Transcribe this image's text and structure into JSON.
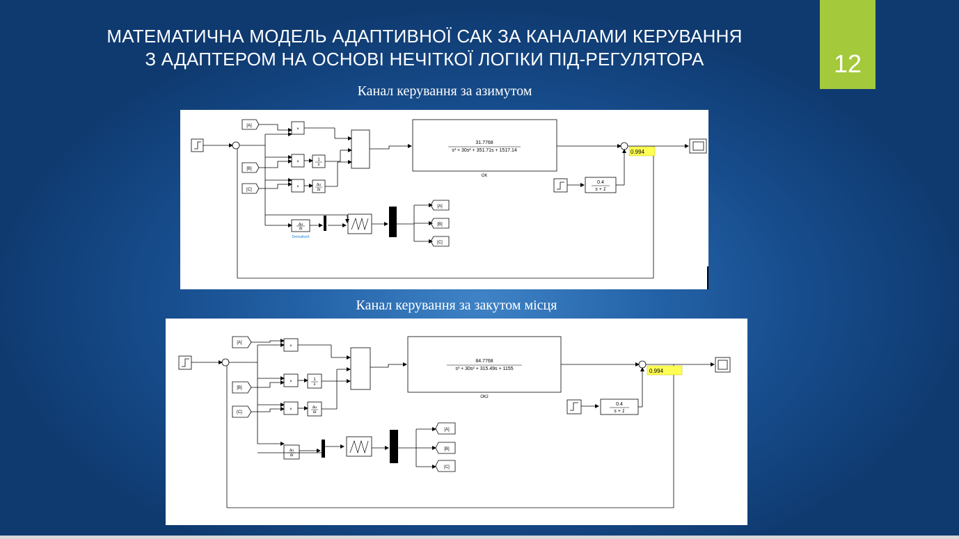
{
  "slide": {
    "title_line1": "МАТЕМАТИЧНА МОДЕЛЬ АДАПТИВНОЇ САК ЗА КАНАЛАМИ КЕРУВАННЯ",
    "title_line2": "З АДАПТЕРОМ НА ОСНОВІ НЕЧІТКОЇ ЛОГІКИ ПІД-РЕГУЛЯТОРА",
    "slide_number": "12",
    "accent_color": "#a4c93a"
  },
  "diagram1": {
    "caption": "Канал керування за азимутом",
    "goto_A": "[A]",
    "goto_B": "[B]",
    "goto_C": "[C]",
    "mult": "×",
    "integ_num": "1",
    "integ_den": "s",
    "deriv_num": "Δu",
    "deriv_den": "Δt",
    "plant_num": "31.7768",
    "plant_den": "s³ + 30s² + 351.71s + 1517.14",
    "plant_label": "ОК",
    "deriv_label": "Derivative5",
    "filter_num": "0.4",
    "filter_den": "s + 1",
    "display_value": "0.994"
  },
  "diagram2": {
    "caption": "Канал керування за закутом місця",
    "goto_A": "[A]",
    "goto_B": "[B]",
    "goto_C": "[C]",
    "mult": "×",
    "integ_num": "1",
    "integ_den": "s",
    "deriv_num": "Δu",
    "deriv_den": "Δt",
    "plant_num": "84.7768",
    "plant_den": "s³ + 30s² + 315.49s + 1155",
    "plant_label": "ОК2",
    "filter_num": "0.4",
    "filter_den": "s + 1",
    "display_value": "0.994"
  }
}
